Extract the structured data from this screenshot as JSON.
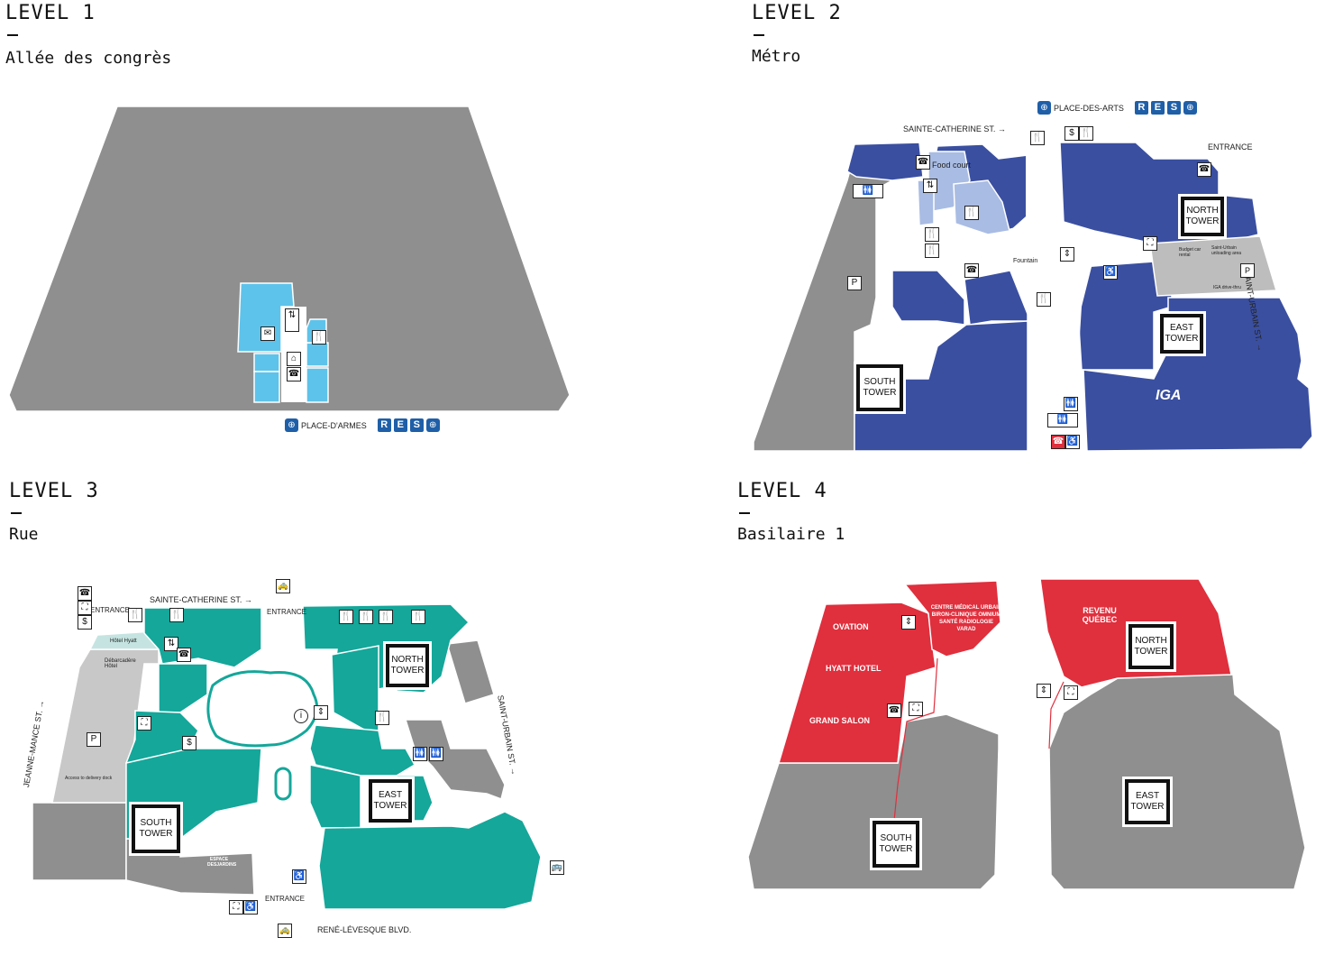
{
  "levels": [
    {
      "title": "LEVEL 1",
      "subtitle": "Allée des congrès"
    },
    {
      "title": "LEVEL 2",
      "subtitle": "Métro"
    },
    {
      "title": "LEVEL 3",
      "subtitle": "Rue"
    },
    {
      "title": "LEVEL 4",
      "subtitle": "Basilaire 1"
    }
  ],
  "colors": {
    "gray": "#8f8f8f",
    "level1_accent": "#5ec3ea",
    "level2_accent": "#3a4fa0",
    "level3_accent": "#14a79a",
    "level4_accent": "#e02f3d",
    "metro_blue": "#1f5fa8"
  },
  "level1": {
    "metro_station": "PLACE-D'ARMES",
    "metro_letters": [
      "R",
      "E",
      "S"
    ]
  },
  "level2": {
    "metro_station": "PLACE-DES-ARTS",
    "metro_letters": [
      "R",
      "E",
      "S"
    ],
    "street_north": "SAINTE-CATHERINE ST. →",
    "street_east": "SAINT-URBAIN ST. →",
    "entrance": "ENTRANCE",
    "food_court": "Food court",
    "fountain": "Fountain",
    "iga": "IGA",
    "parking": "P",
    "loading_1": "Budget car rental",
    "loading_2": "Saint-Urbain unloading area",
    "iga_drive": "IGA drive-thru",
    "north_tower": "NORTH TOWER",
    "east_tower": "EAST TOWER",
    "south_tower": "SOUTH TOWER"
  },
  "level3": {
    "street_north": "SAINTE-CATHERINE ST. →",
    "street_west": "JEANNE-MANCE ST. →",
    "street_east": "SAINT-URBAIN ST. →",
    "street_south": "RENÉ-LÉVESQUE BLVD.",
    "entrance_nw": "ENTRANCE",
    "entrance_n": "ENTRANCE",
    "entrance_s": "ENTRANCE",
    "hotel_hyatt": "Hôtel Hyatt",
    "debarcadere": "Débarcadère Hôtel",
    "delivery": "Access to delivery dock",
    "espace": "ESPACE DESJARDINS",
    "parking": "P",
    "north_tower": "NORTH TOWER",
    "east_tower": "EAST TOWER",
    "south_tower": "SOUTH TOWER"
  },
  "level4": {
    "ovation": "OVATION",
    "hyatt": "HYATT HOTEL",
    "grand_salon": "GRAND SALON",
    "centre_medical": "CENTRE MÉDICAL URBAIN BIRON-CLINIQUE OMNIUM SANTÉ RADIOLOGIE VARAD",
    "revenu": "REVENU QUÉBEC",
    "north_tower": "NORTH TOWER",
    "east_tower": "EAST TOWER",
    "south_tower": "SOUTH TOWER"
  }
}
